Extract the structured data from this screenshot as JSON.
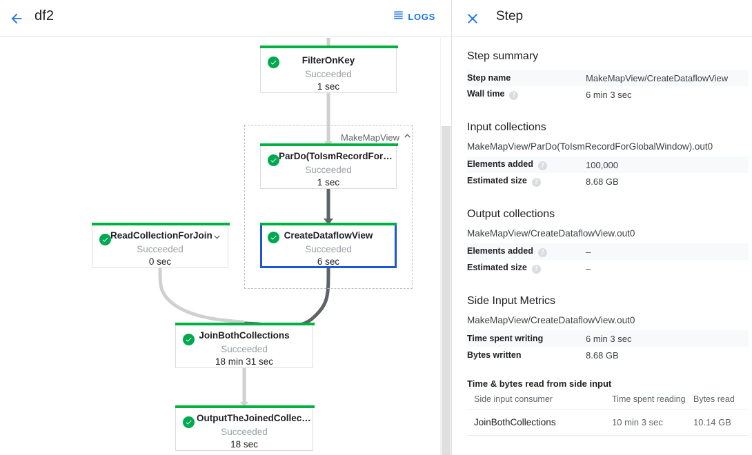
{
  "topbar": {
    "back_icon": "back-arrow-icon",
    "job_name": "df2",
    "logs_icon": "logs-list-icon",
    "logs_label": "LOGS"
  },
  "graph": {
    "group": {
      "label": "MakeMapView",
      "collapse_icon": "chevron-up-icon"
    },
    "nodes": [
      {
        "id": "filter-on-key",
        "title": "FilterOnKey",
        "status": "Succeeded",
        "time": "1 sec",
        "status_icon": "check-circle-icon",
        "selected": false,
        "has_chevron": false
      },
      {
        "id": "pardo-toismrecordfor",
        "title": "ParDo(ToIsmRecordFor…",
        "status": "Succeeded",
        "time": "1 sec",
        "status_icon": "check-circle-icon",
        "selected": false,
        "has_chevron": false
      },
      {
        "id": "create-dataflow-view",
        "title": "CreateDataflowView",
        "status": "Succeeded",
        "time": "6 sec",
        "status_icon": "check-circle-icon",
        "selected": true,
        "has_chevron": false
      },
      {
        "id": "read-collection-for-join",
        "title": "ReadCollectionForJoin",
        "status": "Succeeded",
        "time": "0 sec",
        "status_icon": "check-circle-icon",
        "selected": false,
        "has_chevron": true,
        "chevron_icon": "chevron-down-icon"
      },
      {
        "id": "join-both-collections",
        "title": "JoinBothCollections",
        "status": "Succeeded",
        "time": "18 min 31 sec",
        "status_icon": "check-circle-icon",
        "selected": false,
        "has_chevron": false
      },
      {
        "id": "output-the-joined-collection",
        "title": "OutputTheJoinedCollec…",
        "status": "Succeeded",
        "time": "18 sec",
        "status_icon": "check-circle-icon",
        "selected": false,
        "has_chevron": false
      }
    ]
  },
  "panel": {
    "close_icon": "close-icon",
    "title": "Step",
    "step_summary": {
      "heading": "Step summary",
      "rows": [
        {
          "key": "Step name",
          "value": "MakeMapView/CreateDataflowView",
          "help": false
        },
        {
          "key": "Wall time",
          "value": "6 min 3 sec",
          "help": true
        }
      ]
    },
    "input_collections": {
      "heading": "Input collections",
      "collection": "MakeMapView/ParDo(ToIsmRecordForGlobalWindow).out0",
      "rows": [
        {
          "key": "Elements added",
          "value": "100,000",
          "help": true
        },
        {
          "key": "Estimated size",
          "value": "8.68 GB",
          "help": true
        }
      ]
    },
    "output_collections": {
      "heading": "Output collections",
      "collection": "MakeMapView/CreateDataflowView.out0",
      "rows": [
        {
          "key": "Elements added",
          "value": "–",
          "help": true
        },
        {
          "key": "Estimated size",
          "value": "–",
          "help": true
        }
      ]
    },
    "side_input_metrics": {
      "heading": "Side Input Metrics",
      "collection": "MakeMapView/CreateDataflowView.out0",
      "rows": [
        {
          "key": "Time spent writing",
          "value": "6 min 3 sec",
          "help": false
        },
        {
          "key": "Bytes written",
          "value": "8.68 GB",
          "help": false
        }
      ],
      "table_title": "Time & bytes read from side input",
      "columns": [
        "Side input consumer",
        "Time spent reading",
        "Bytes read"
      ],
      "table_rows": [
        [
          "JoinBothCollections",
          "10 min 3 sec",
          "10.14 GB"
        ]
      ]
    }
  },
  "colors": {
    "accent_blue": "#1a73e8",
    "selected_border": "#1a56d6",
    "status_green": "#00b140",
    "alt_row": "#f8f9fa"
  }
}
